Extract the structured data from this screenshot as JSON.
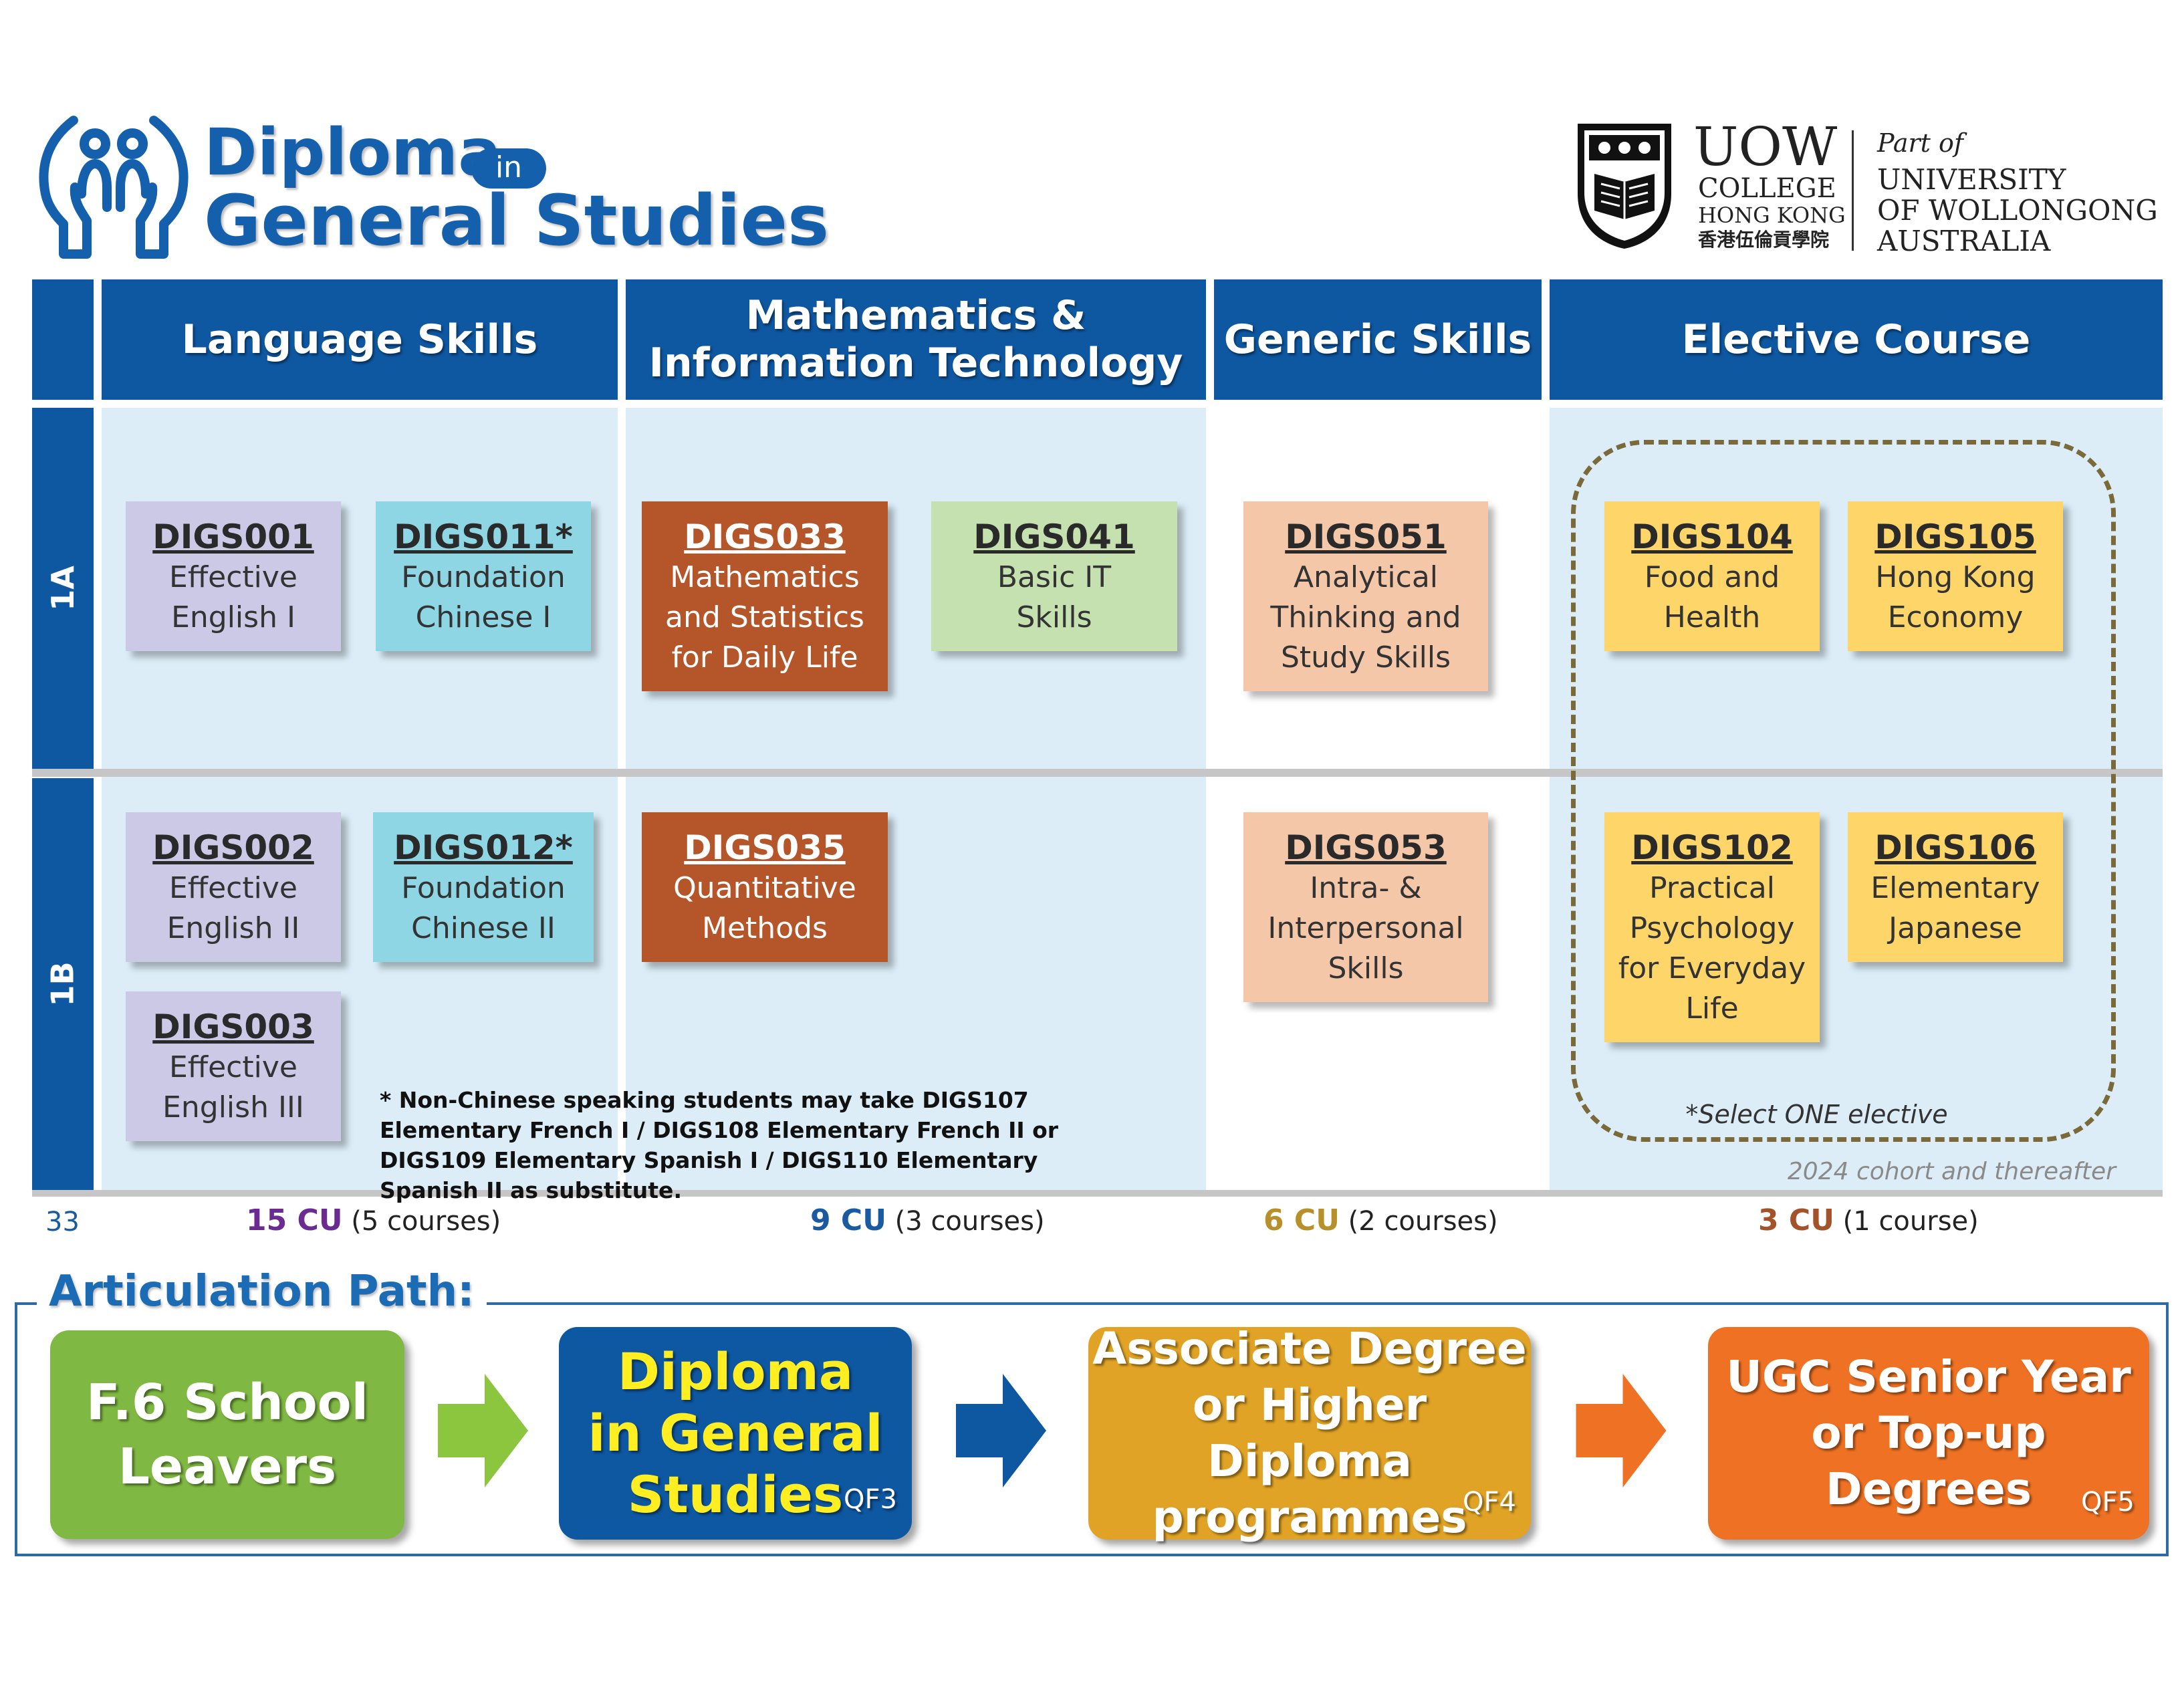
{
  "header": {
    "title_line1": "Diploma",
    "title_in": "in",
    "title_line2": "General Studies",
    "logo_icon": "hands-people-icon",
    "college": {
      "big": "UOW",
      "line1": "COLLEGE",
      "line2": "HONG KONG",
      "line3": "香港伍倫貢學院"
    },
    "university": {
      "part_of": "Part of",
      "line1": "UNIVERSITY",
      "line2": "OF WOLLONGONG",
      "line3": "AUSTRALIA"
    }
  },
  "columns": [
    "Language Skills",
    "Mathematics &\nInformation Technology",
    "Generic Skills",
    "Elective Course"
  ],
  "rows": [
    "1A",
    "1B"
  ],
  "courses": {
    "c001": {
      "code": "DIGS001",
      "name": "Effective\nEnglish I"
    },
    "c011": {
      "code": "DIGS011*",
      "name": "Foundation\nChinese I"
    },
    "c033": {
      "code": "DIGS033",
      "name": "Mathematics\nand Statistics\nfor Daily Life"
    },
    "c041": {
      "code": "DIGS041",
      "name": "Basic IT\nSkills"
    },
    "c051": {
      "code": "DIGS051",
      "name": "Analytical\nThinking and\nStudy Skills"
    },
    "c104": {
      "code": "DIGS104",
      "name": "Food and\nHealth"
    },
    "c105": {
      "code": "DIGS105",
      "name": "Hong Kong\nEconomy"
    },
    "c002": {
      "code": "DIGS002",
      "name": "Effective\nEnglish II"
    },
    "c012": {
      "code": "DIGS012*",
      "name": "Foundation\nChinese II"
    },
    "c035": {
      "code": "DIGS035",
      "name": "Quantitative\nMethods"
    },
    "c053": {
      "code": "DIGS053",
      "name": "Intra- &\nInterpersonal\nSkills"
    },
    "c102": {
      "code": "DIGS102",
      "name": "Practical\nPsychology\nfor Everyday\nLife"
    },
    "c106": {
      "code": "DIGS106",
      "name": "Elementary\nJapanese"
    },
    "c003": {
      "code": "DIGS003",
      "name": "Effective\nEnglish III"
    }
  },
  "footnote": "* Non-Chinese speaking students may take DIGS107 Elementary French I / DIGS108 Elementary  French II or DIGS109 Elementary Spanish I / DIGS110 Elementary Spanish II as substitute.",
  "elective_note": "*Select ONE elective",
  "cohort_note": "2024 cohort and thereafter",
  "page_number": "33",
  "credits": [
    {
      "cu": "15 CU",
      "courses": "(5 courses)",
      "color": "#6a2c91"
    },
    {
      "cu": "9 CU",
      "courses": "(3 courses)",
      "color": "#1a5aa0"
    },
    {
      "cu": "6 CU",
      "courses": "(2 courses)",
      "color": "#b8902a"
    },
    {
      "cu": "3 CU",
      "courses": "(1 course)",
      "color": "#a2532a"
    }
  ],
  "articulation": {
    "title": "Articulation Path:",
    "steps": [
      {
        "label": "F.6 School\nLeavers",
        "qf": "",
        "bg": "#7fb842",
        "text_color": "#ffffff"
      },
      {
        "label": "Diploma\nin General\nStudies",
        "qf": "QF3",
        "bg": "#0e57a1",
        "text_color": "#ffee22"
      },
      {
        "label": "Associate Degree\nor Higher Diploma\nprogrammes",
        "qf": "QF4",
        "bg": "#e0a325",
        "text_color": "#ffffff"
      },
      {
        "label": "UGC Senior Year\nor Top-up Degrees",
        "qf": "QF5",
        "bg": "#ef7224",
        "text_color": "#ffffff"
      }
    ],
    "arrow_colors": [
      "#8cc63f",
      "#0e57a1",
      "#ef7224"
    ]
  }
}
